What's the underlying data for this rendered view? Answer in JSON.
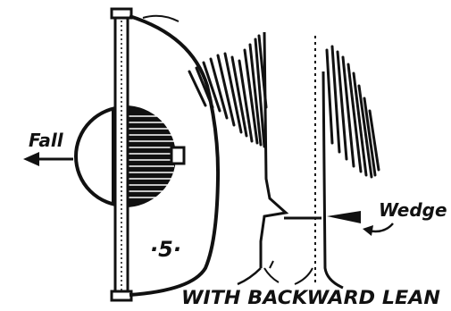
{
  "figure": {
    "fall_label": "Fall",
    "wedge_label": "Wedge",
    "panel_number": "·5·",
    "caption": "WITH BACKWARD LEAN"
  },
  "colors": {
    "ink": "#111111",
    "paper": "#ffffff"
  },
  "icons": [
    "fall-arrow-icon",
    "wedge-arrow-icon"
  ]
}
